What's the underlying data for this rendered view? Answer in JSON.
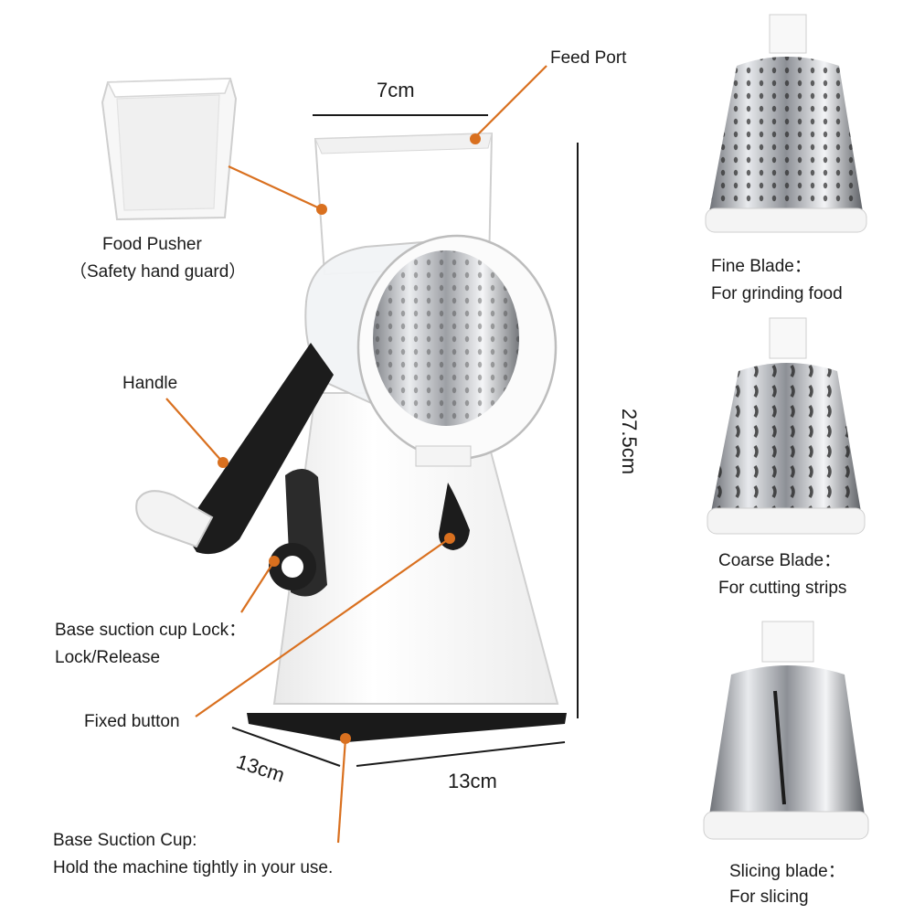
{
  "colors": {
    "accent": "#d9701f",
    "body": "#ffffff",
    "handle": "#1c1c1c",
    "steel": "#a8abb0",
    "outline": "#c9c9c9"
  },
  "dimensions": {
    "top_width": "7cm",
    "height": "27.5cm",
    "base_depth": "13cm",
    "base_width": "13cm"
  },
  "labels": {
    "feed_port": "Feed Port",
    "food_pusher_line1": "Food Pusher",
    "food_pusher_line2": "（Safety hand guard）",
    "handle": "Handle",
    "suction_lock_line1": "Base suction cup Lock：",
    "suction_lock_line2": "Lock/Release",
    "fixed_button": "Fixed button",
    "base_suction_line1": "Base Suction Cup:",
    "base_suction_line2": "Hold the machine tightly in your use."
  },
  "blades": [
    {
      "name": "Fine Blade：",
      "desc": "For grinding food",
      "icon": "fine-blade-icon"
    },
    {
      "name": "Coarse Blade：",
      "desc": "For cutting strips",
      "icon": "coarse-blade-icon"
    },
    {
      "name": "Slicing blade：",
      "desc": "For slicing",
      "icon": "slicing-blade-icon"
    }
  ]
}
